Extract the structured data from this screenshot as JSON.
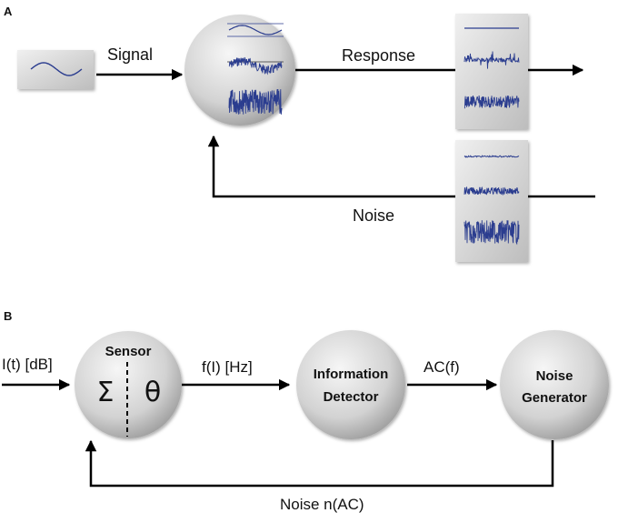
{
  "panel_a": {
    "tag": "A",
    "signal_label": "Signal",
    "response_label": "Response",
    "noise_label": "Noise"
  },
  "panel_b": {
    "tag": "B",
    "input_label": "I(t) [dB]",
    "sensor": {
      "title": "Sensor",
      "sum_symbol": "Σ",
      "theta_symbol": "θ"
    },
    "f_label": "f(I) [Hz]",
    "detector": {
      "line1": "Information",
      "line2": "Detector"
    },
    "ac_label": "AC(f)",
    "generator": {
      "line1": "Noise",
      "line2": "Generator"
    },
    "feedback_label": "Noise n(AC)"
  },
  "colors": {
    "trace": "#2b3d8f",
    "node_light": "#f4f4f4",
    "node_dark": "#a8a8a8",
    "arrow": "#000000"
  }
}
